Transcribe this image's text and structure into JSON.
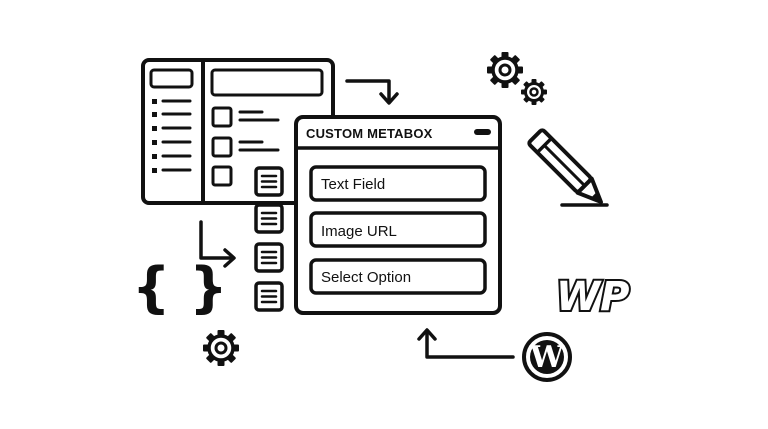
{
  "metabox": {
    "title": "CUSTOM METABOX",
    "fields": [
      {
        "label": "Text Field"
      },
      {
        "label": "Image URL"
      },
      {
        "label": "Select Option"
      }
    ]
  },
  "decorations": {
    "braces_text": "{ }",
    "wp_wordmark": "WP",
    "wordpress_logo_letter": "W"
  },
  "icons": [
    "admin-screen-icon",
    "gear-icon",
    "pencil-icon",
    "code-braces-icon",
    "wp-wordmark-icon",
    "wordpress-logo-icon",
    "document-list-icon"
  ],
  "colors": {
    "ink": "#111111",
    "background": "#ffffff"
  }
}
